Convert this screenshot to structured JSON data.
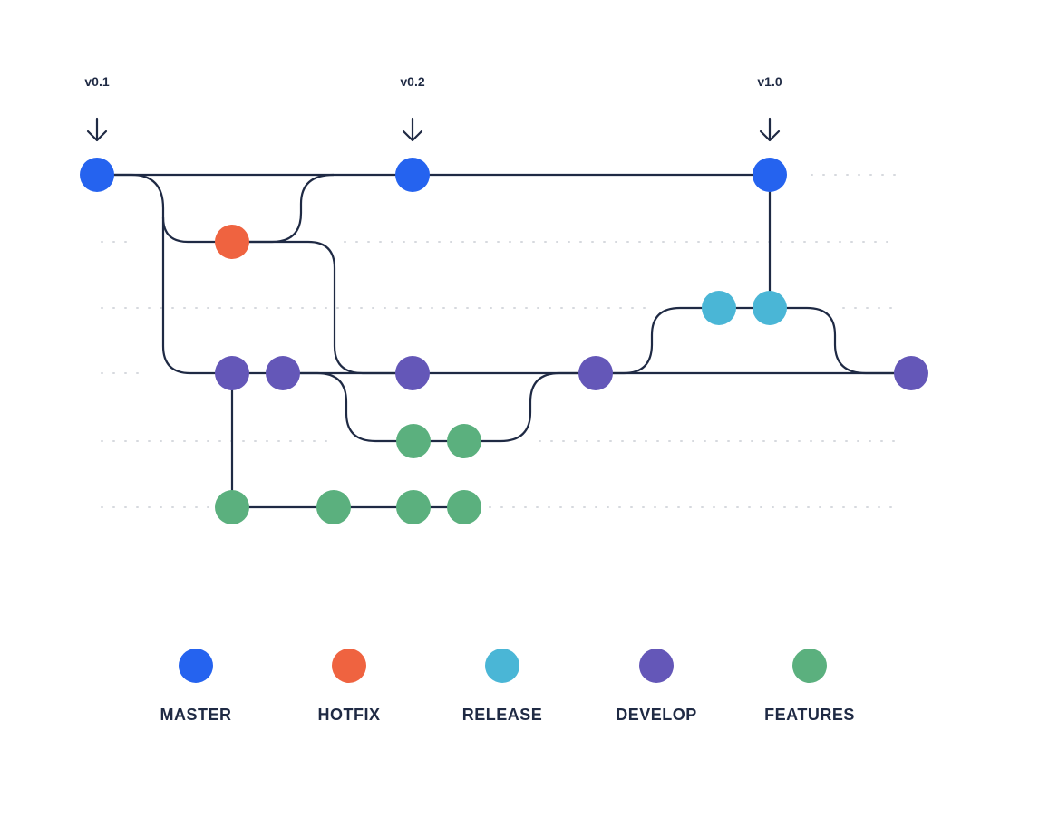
{
  "colors": {
    "master": "#2563ef",
    "hotfix": "#ef6340",
    "release": "#4ab6d6",
    "develop": "#6457b8",
    "features": "#5bb07e",
    "line": "#1f2a44"
  },
  "tags": [
    {
      "label": "v0.1",
      "commit": "m1"
    },
    {
      "label": "v0.2",
      "commit": "m2"
    },
    {
      "label": "v1.0",
      "commit": "m3"
    }
  ],
  "legend": [
    {
      "label": "MASTER",
      "branch": "master"
    },
    {
      "label": "HOTFIX",
      "branch": "hotfix"
    },
    {
      "label": "RELEASE",
      "branch": "release"
    },
    {
      "label": "DEVELOP",
      "branch": "develop"
    },
    {
      "label": "FEATURES",
      "branch": "features"
    }
  ],
  "commits": [
    {
      "id": "m1",
      "branch": "master"
    },
    {
      "id": "m2",
      "branch": "master"
    },
    {
      "id": "m3",
      "branch": "master"
    },
    {
      "id": "h1",
      "branch": "hotfix"
    },
    {
      "id": "r1",
      "branch": "release"
    },
    {
      "id": "r2",
      "branch": "release"
    },
    {
      "id": "d1",
      "branch": "develop"
    },
    {
      "id": "d2",
      "branch": "develop"
    },
    {
      "id": "d3",
      "branch": "develop"
    },
    {
      "id": "d4",
      "branch": "develop"
    },
    {
      "id": "d5",
      "branch": "develop"
    },
    {
      "id": "fa1",
      "branch": "features"
    },
    {
      "id": "fa2",
      "branch": "features"
    },
    {
      "id": "fb1",
      "branch": "features"
    },
    {
      "id": "fb2",
      "branch": "features"
    },
    {
      "id": "fb3",
      "branch": "features"
    },
    {
      "id": "fb4",
      "branch": "features"
    }
  ]
}
